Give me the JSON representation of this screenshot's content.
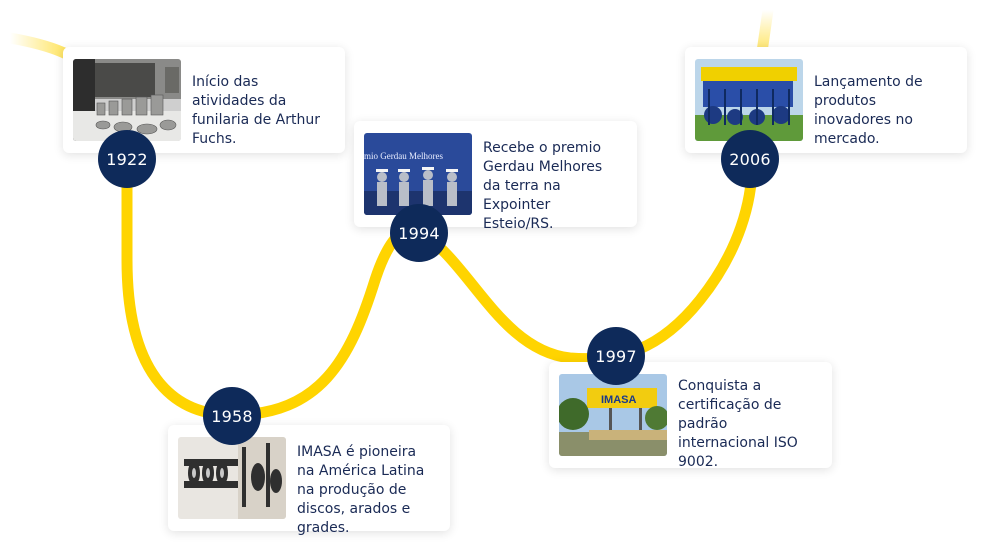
{
  "colors": {
    "path": "#ffd400",
    "badge": "#0e2a5a",
    "text": "#1a2a55",
    "card": "#ffffff"
  },
  "milestones": [
    {
      "year": "1922",
      "text": "Início das atividades da funilaria de Arthur Fuchs."
    },
    {
      "year": "1958",
      "text": "IMASA é pioneira na América Latina na produção de discos, arados e grades."
    },
    {
      "year": "1994",
      "text": "Recebe o premio Gerdau Melhores da terra na Expointer Esteio/RS."
    },
    {
      "year": "1997",
      "text": "Conquista a certificação de padrão internacional ISO 9002."
    },
    {
      "year": "2006",
      "text": "Lançamento de produtos inovadores no mercado."
    }
  ],
  "photos": {
    "p1994_sign": "mio Gerdau  Melhores",
    "p1997_sign": "IMASA"
  }
}
